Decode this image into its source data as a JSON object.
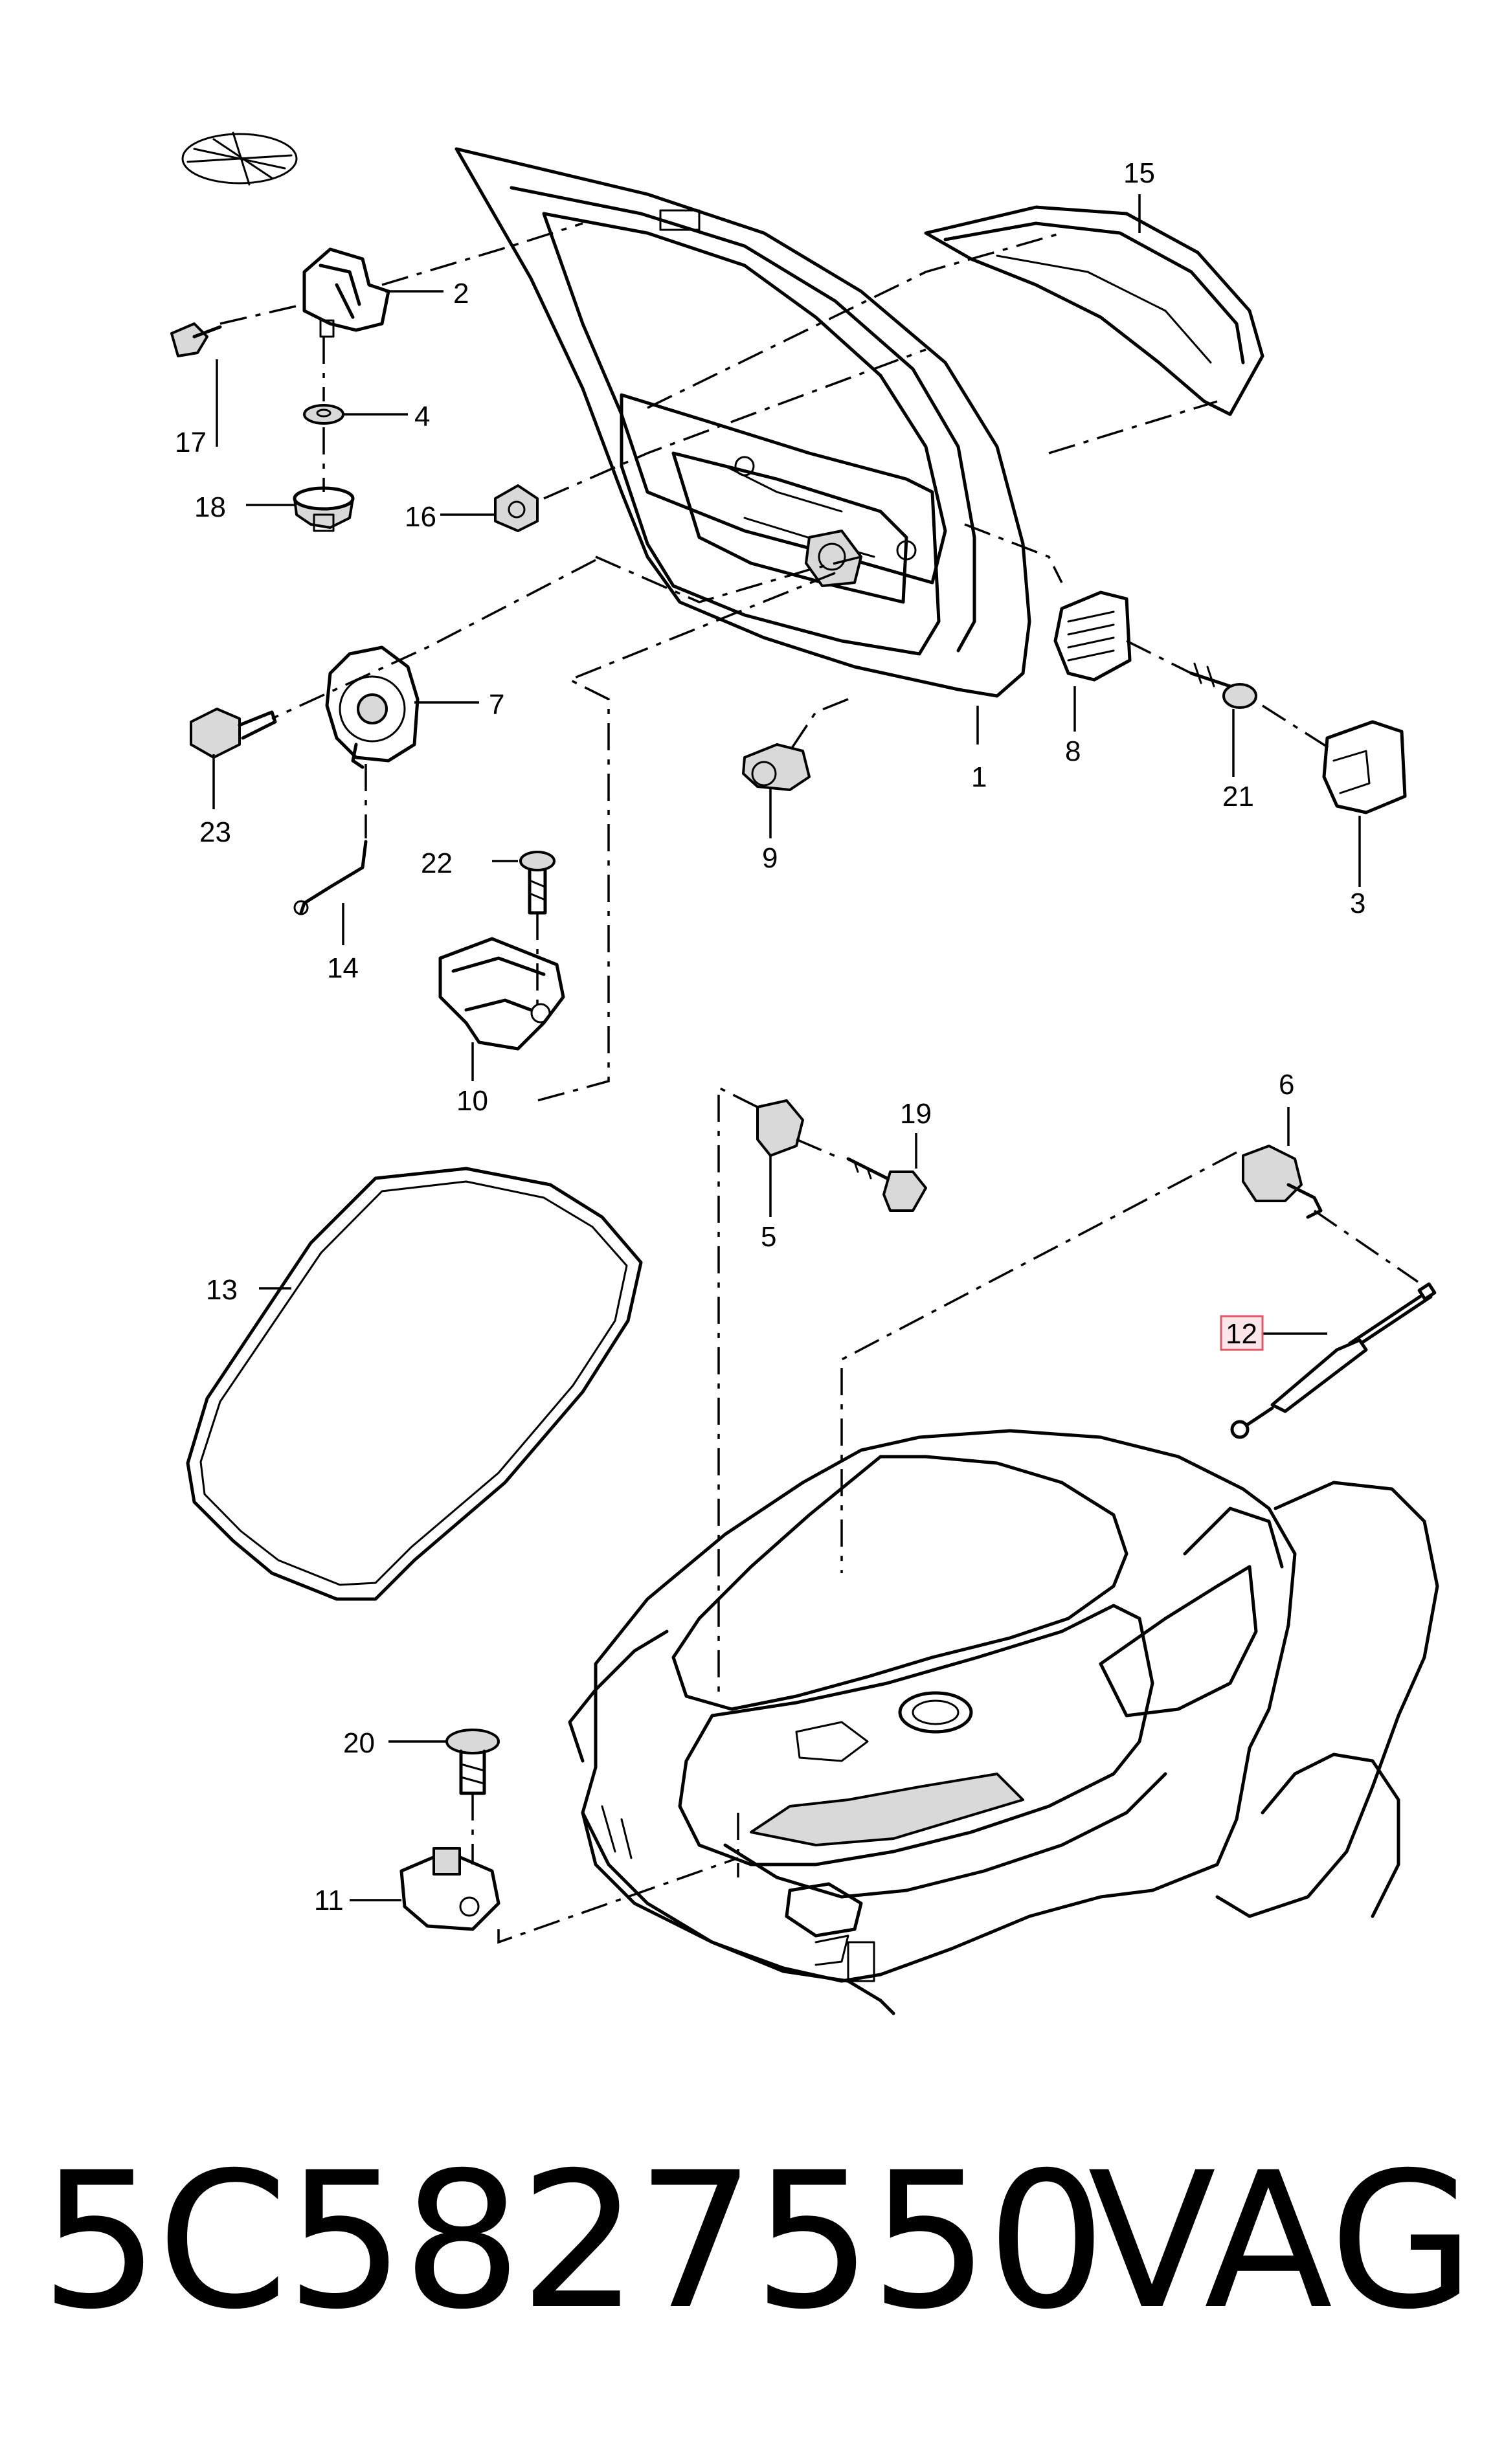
{
  "diagram": {
    "callouts": [
      {
        "id": "1",
        "label": "1"
      },
      {
        "id": "2",
        "label": "2"
      },
      {
        "id": "3",
        "label": "3"
      },
      {
        "id": "4",
        "label": "4"
      },
      {
        "id": "5",
        "label": "5"
      },
      {
        "id": "6",
        "label": "6"
      },
      {
        "id": "7",
        "label": "7"
      },
      {
        "id": "8",
        "label": "8"
      },
      {
        "id": "9",
        "label": "9"
      },
      {
        "id": "10",
        "label": "10"
      },
      {
        "id": "11",
        "label": "11"
      },
      {
        "id": "12",
        "label": "12",
        "highlighted": true
      },
      {
        "id": "13",
        "label": "13"
      },
      {
        "id": "14",
        "label": "14"
      },
      {
        "id": "15",
        "label": "15"
      },
      {
        "id": "16",
        "label": "16"
      },
      {
        "id": "17",
        "label": "17"
      },
      {
        "id": "18",
        "label": "18"
      },
      {
        "id": "19",
        "label": "19"
      },
      {
        "id": "20",
        "label": "20"
      },
      {
        "id": "21",
        "label": "21"
      },
      {
        "id": "22",
        "label": "22"
      },
      {
        "id": "23",
        "label": "23"
      }
    ],
    "highlight_color": "#e05a6a"
  },
  "footer": {
    "part_number": "5C5827550",
    "brand": "VAG"
  }
}
